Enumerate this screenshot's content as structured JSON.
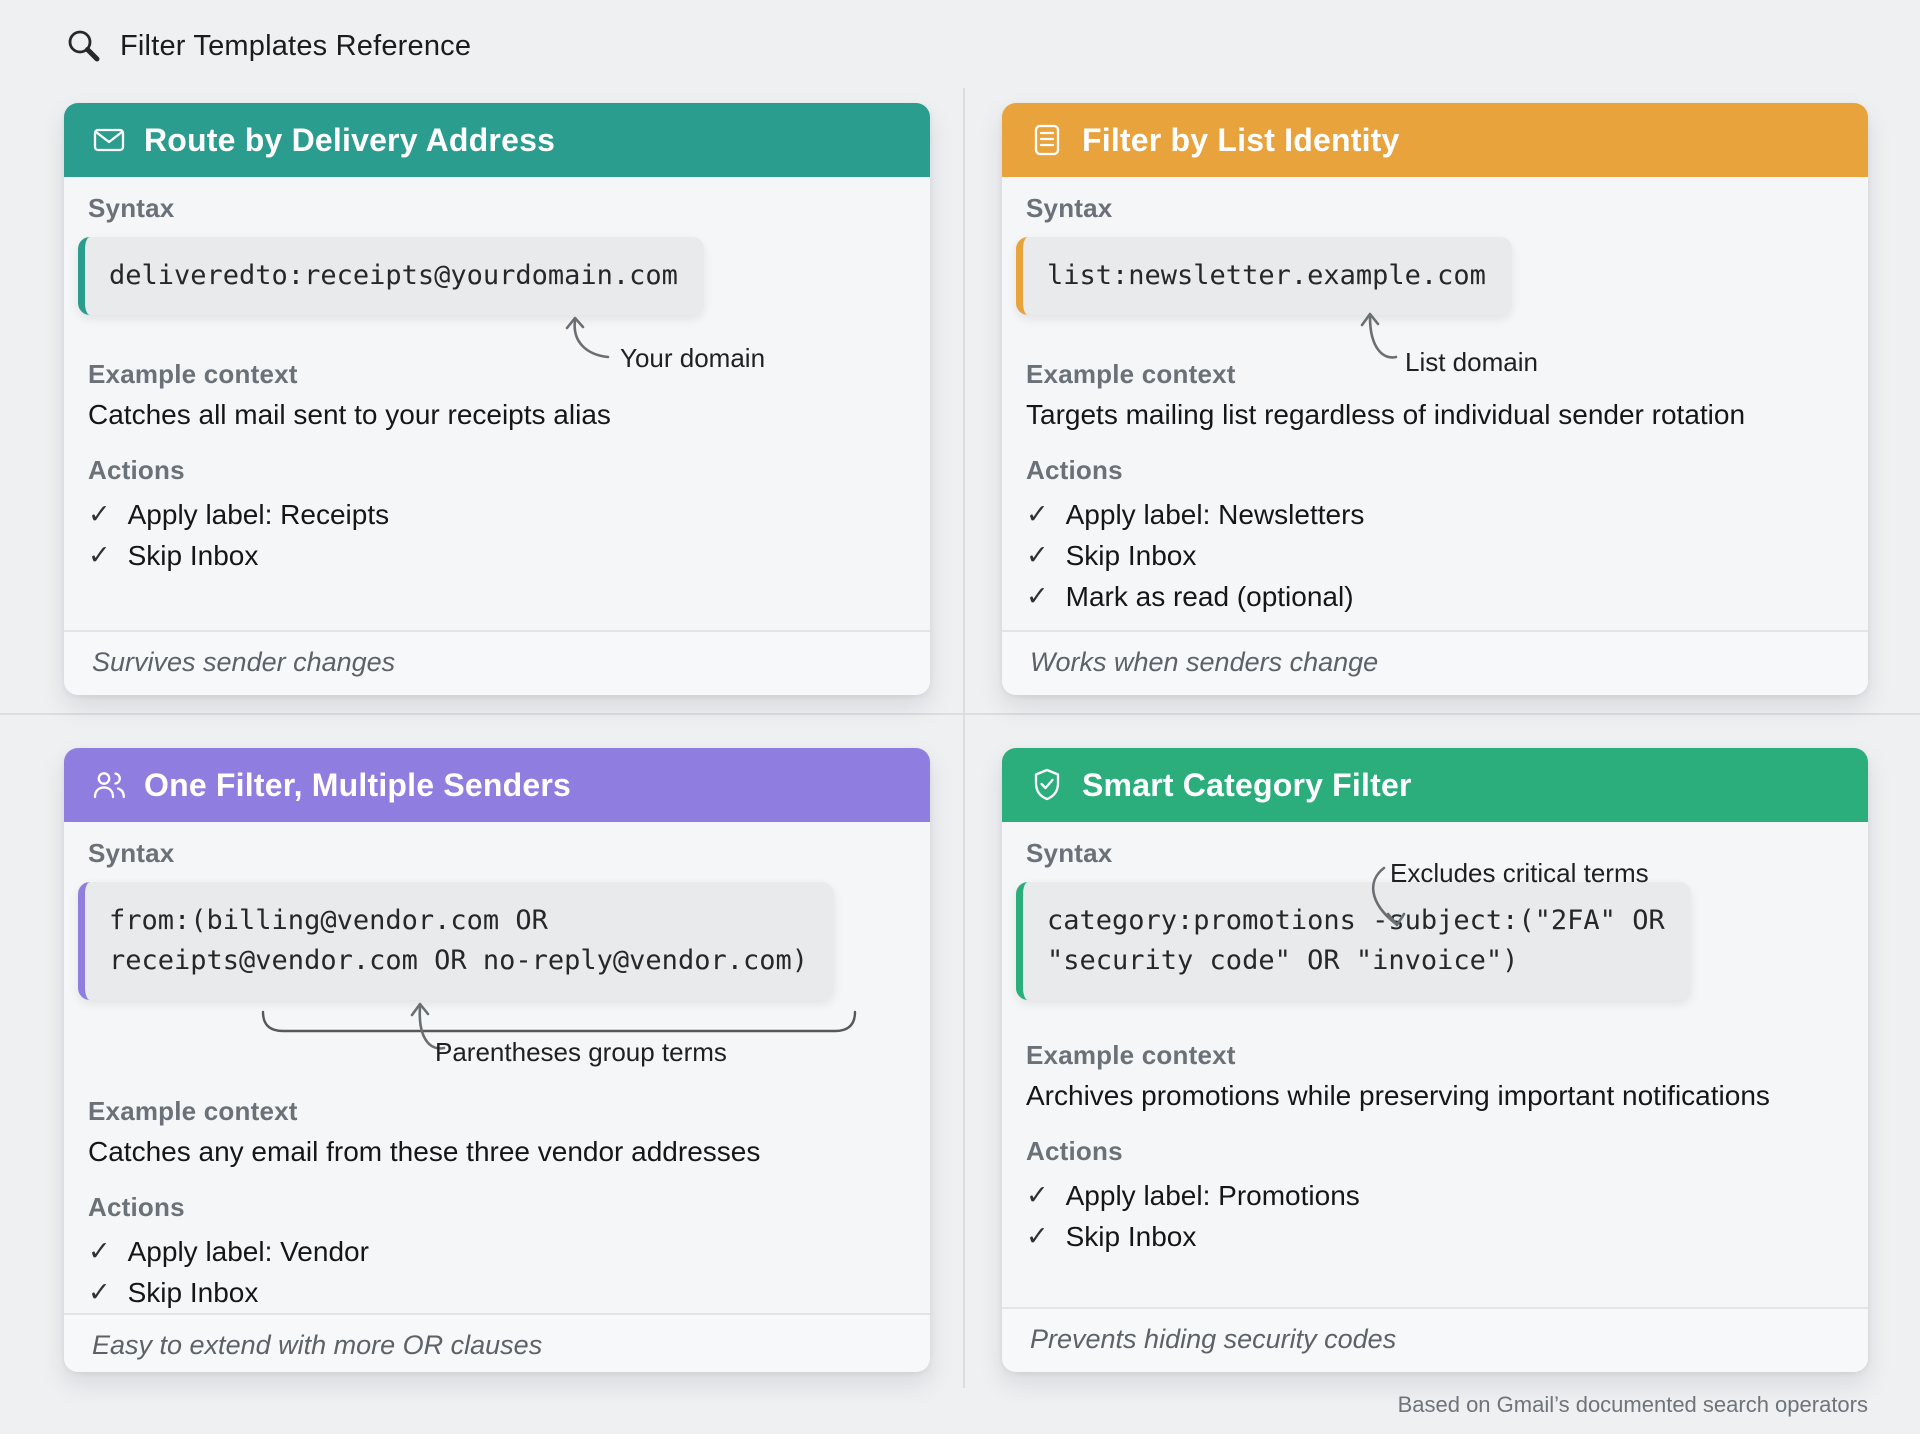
{
  "page": {
    "title": "Filter Templates Reference",
    "attribution": "Based on Gmail’s documented search operators"
  },
  "section_labels": {
    "syntax": "Syntax",
    "context": "Example context",
    "actions": "Actions"
  },
  "check_glyph": "✓",
  "cards": [
    {
      "title": "Route by Delivery Address",
      "icon": "envelope-icon",
      "accent": "#2A9D8F",
      "code_lines": [
        "deliveredto:receipts@yourdomain.com"
      ],
      "annotation": "Your domain",
      "context": "Catches all mail sent to your receipts alias",
      "actions": [
        "Apply label: Receipts",
        "Skip Inbox"
      ],
      "footer": "Survives sender changes"
    },
    {
      "title": "Filter by List Identity",
      "icon": "list-icon",
      "accent": "#E8A33C",
      "code_lines": [
        "list:newsletter.example.com"
      ],
      "annotation": "List domain",
      "context": "Targets mailing list regardless of individual sender rotation",
      "actions": [
        "Apply label: Newsletters",
        "Skip Inbox",
        "Mark as read (optional)"
      ],
      "footer": "Works when senders change"
    },
    {
      "title": "One Filter, Multiple Senders",
      "icon": "users-icon",
      "accent": "#8F7EE0",
      "code_lines": [
        "from:(billing@vendor.com OR",
        "receipts@vendor.com OR no-reply@vendor.com)"
      ],
      "annotation": "Parentheses group terms",
      "context": "Catches any email from these three vendor addresses",
      "actions": [
        "Apply label: Vendor",
        "Skip Inbox"
      ],
      "footer": "Easy to extend with more OR clauses"
    },
    {
      "title": "Smart Category Filter",
      "icon": "shield-check-icon",
      "accent": "#2BAE7C",
      "code_lines": [
        "category:promotions -subject:(\"2FA\" OR",
        "\"security code\" OR \"invoice\")"
      ],
      "annotation": "Excludes critical terms",
      "context": "Archives promotions while preserving important notifications",
      "actions": [
        "Apply label: Promotions",
        "Skip Inbox"
      ],
      "footer": "Prevents hiding security codes"
    }
  ]
}
